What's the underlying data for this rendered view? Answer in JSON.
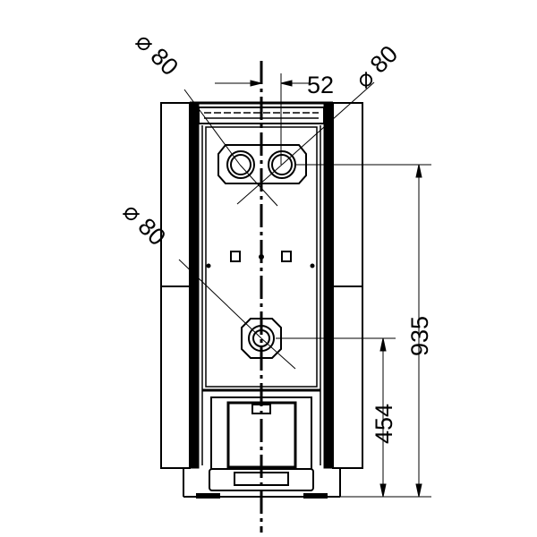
{
  "drawing": {
    "diameter_labels": [
      "⌀ 80",
      "⌀ 80",
      "⌀ 80"
    ],
    "dimensions": {
      "flue_offset": "52",
      "total_height": "935",
      "lower_outlet_height": "454"
    },
    "line_color": "#000000",
    "background": "#ffffff"
  }
}
